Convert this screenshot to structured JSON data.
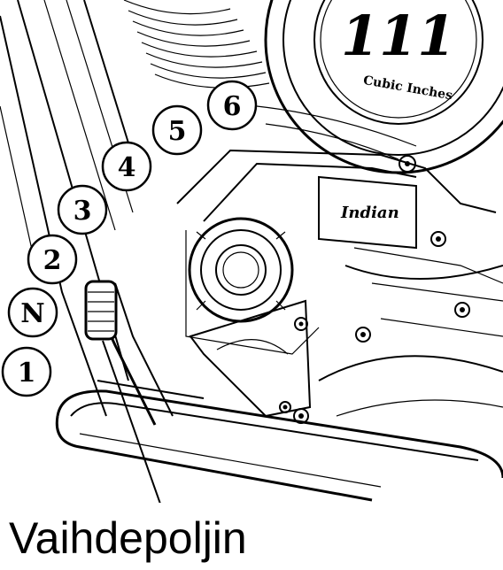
{
  "gears": [
    "1",
    "N",
    "2",
    "3",
    "4",
    "5",
    "6"
  ],
  "caption": "Vaihdepoljin",
  "logo": {
    "number": "111",
    "subtitle": "Cubic Inches",
    "brand": "Indian"
  }
}
